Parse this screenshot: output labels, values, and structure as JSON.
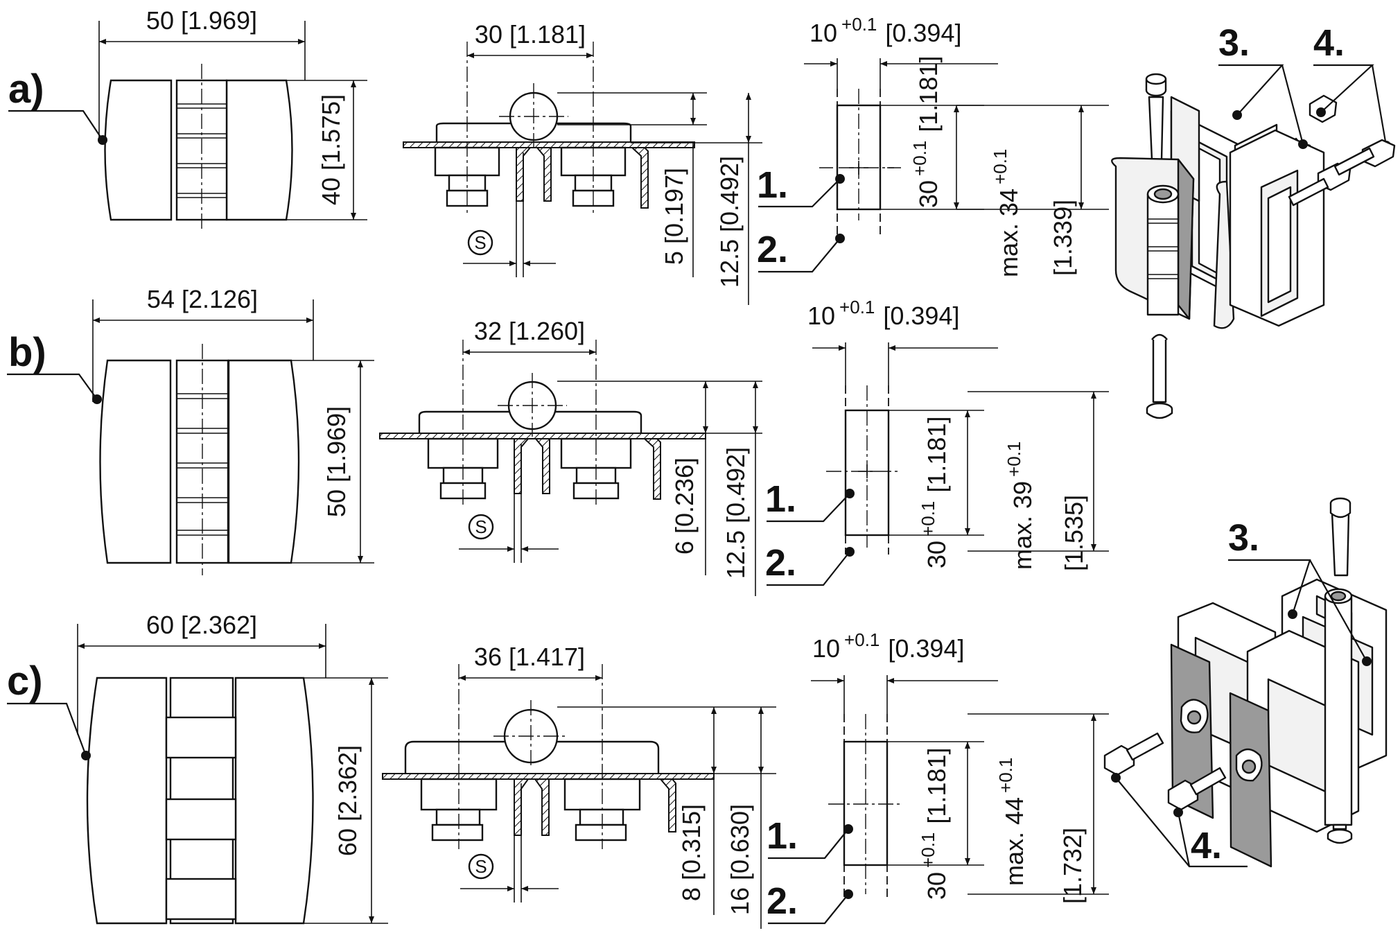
{
  "rows": [
    {
      "label": "a)",
      "width_dim": "50 [1.969]",
      "height_dim": "40 [1.575]",
      "section_width_dim": "30 [1.181]",
      "small_dim": "5 [0.197]",
      "total_dim": "12.5 [0.492]",
      "cutout_base": "10",
      "cutout_tol": "+0.1",
      "cutout_inch": "[0.394]",
      "cutout_height_base": "30",
      "cutout_height_tol": "+0.1",
      "cutout_height_inch": "[1.181]",
      "max_base": "max. 34",
      "max_tol": "+0.1",
      "max_inch": "[1.339]",
      "callout_1": "1.",
      "callout_2": "2.",
      "symbol_s": "S"
    },
    {
      "label": "b)",
      "width_dim": "54 [2.126]",
      "height_dim": "50 [1.969]",
      "section_width_dim": "32 [1.260]",
      "small_dim": "6 [0.236]",
      "total_dim": "12.5 [0.492]",
      "cutout_base": "10",
      "cutout_tol": "+0.1",
      "cutout_inch": "[0.394]",
      "cutout_height_base": "30",
      "cutout_height_tol": "+0.1",
      "cutout_height_inch": "[1.181]",
      "max_base": "max. 39",
      "max_tol": "+0.1",
      "max_inch": "[1.535]",
      "callout_1": "1.",
      "callout_2": "2.",
      "symbol_s": "S"
    },
    {
      "label": "c)",
      "width_dim": "60 [2.362]",
      "height_dim": "60 [2.362]",
      "section_width_dim": "36 [1.417]",
      "small_dim": "8 [0.315]",
      "total_dim": "16 [0.630]",
      "cutout_base": "10",
      "cutout_tol": "+0.1",
      "cutout_inch": "[0.394]",
      "cutout_height_base": "30",
      "cutout_height_tol": "+0.1",
      "cutout_height_inch": "[1.181]",
      "max_base": "max. 44",
      "max_tol": "+0.1",
      "max_inch": "[1.732]",
      "callout_1": "1.",
      "callout_2": "2.",
      "symbol_s": "S"
    }
  ],
  "iso_top": {
    "callout_3": "3.",
    "callout_4": "4."
  },
  "iso_bottom": {
    "callout_3": "3.",
    "callout_4": "4."
  }
}
